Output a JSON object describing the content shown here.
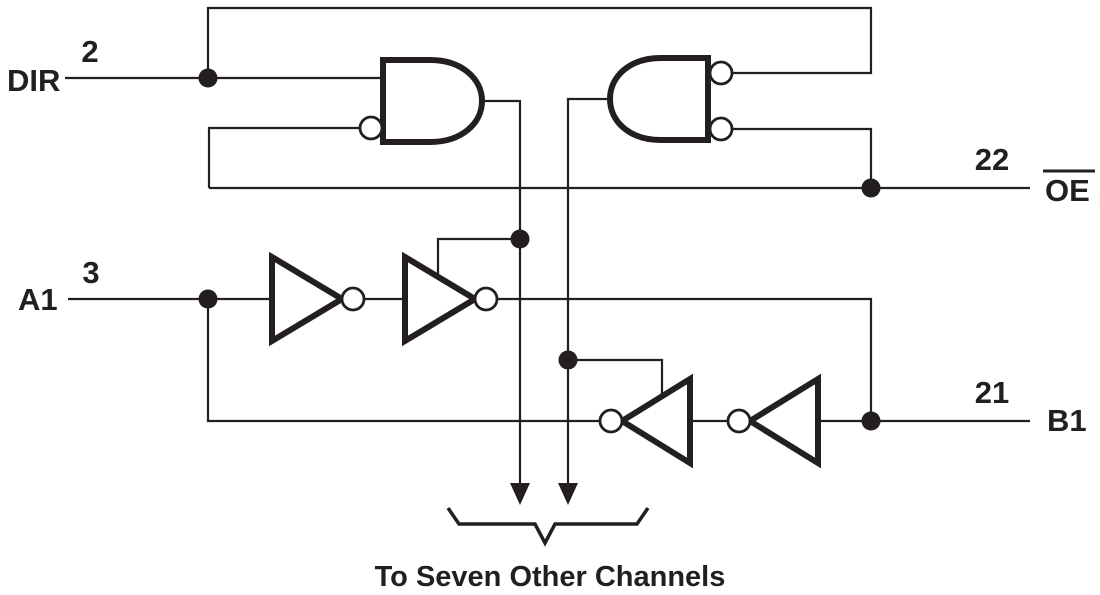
{
  "diagram": {
    "type": "logic-schematic-one-channel",
    "caption": "To Seven Other Channels",
    "pins": {
      "dir": {
        "label": "DIR",
        "pin_number": "2"
      },
      "oe": {
        "label": "OE",
        "pin_number": "22",
        "overline": true
      },
      "a1": {
        "label": "A1",
        "pin_number": "3"
      },
      "b1": {
        "label": "B1",
        "pin_number": "21"
      }
    },
    "colors": {
      "ink": "#231f20",
      "background": "#ffffff"
    }
  }
}
